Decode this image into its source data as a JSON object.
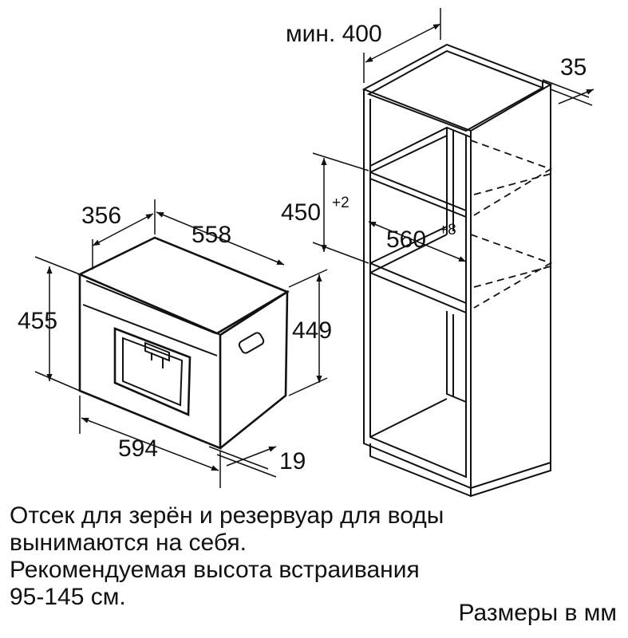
{
  "dimensions": {
    "appliance_depth": "356",
    "appliance_width_top": "558",
    "appliance_height_front": "455",
    "appliance_height_body": "449",
    "appliance_width_front": "594",
    "front_panel_depth": "19",
    "niche_min_height": "мин. 400",
    "cabinet_wall": "35",
    "niche_height": {
      "value": "450",
      "tolerance": "+2"
    },
    "niche_width": {
      "value": "560",
      "tolerance": "+8"
    }
  },
  "notes": {
    "line1": "Отсек для зерён и резервуар для воды",
    "line2": "вынимаются на себя.",
    "line3": "Рекомендуемая высота встраивания",
    "line4": "95-145 см."
  },
  "units_label": "Размеры в мм"
}
